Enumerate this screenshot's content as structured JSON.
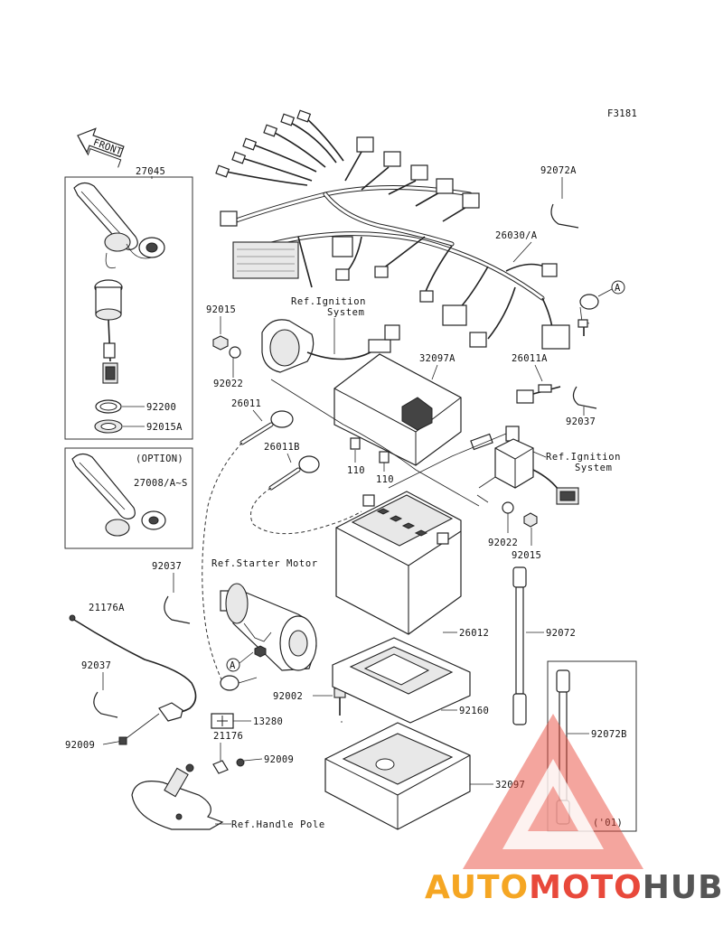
{
  "figure_code": "F3181",
  "front_label": "FRONT",
  "option_label": "(OPTION)",
  "year_note": "('01)",
  "refs": {
    "ignition_1": [
      "Ref.Ignition",
      "System"
    ],
    "ignition_2": [
      "Ref.Ignition",
      "System"
    ],
    "starter_motor": "Ref.Starter Motor",
    "handle_pole": "Ref.Handle Pole"
  },
  "callouts": {
    "p27045": "27045",
    "p92072A": "92072A",
    "p26030A": "26030/A",
    "p92015_top": "92015",
    "p92022_top": "92022",
    "p32097A": "32097A",
    "p26011A": "26011A",
    "p26011": "26011",
    "p26011B": "26011B",
    "p92037_right": "92037",
    "p110_a": "110",
    "p110_b": "110",
    "p92200": "92200",
    "p92015A": "92015A",
    "p27008": "27008/A~S",
    "p92022_mid": "92022",
    "p92015_mid": "92015",
    "p92037_left1": "92037",
    "p21176A": "21176A",
    "p26012": "26012",
    "p92072": "92072",
    "p92037_left2": "92037",
    "p92002": "92002",
    "p13280": "13280",
    "p92160": "92160",
    "p92072B": "92072B",
    "p92009_a": "92009",
    "p21176": "21176",
    "p92009_b": "92009",
    "p32097": "32097"
  },
  "markers": {
    "a1": "A",
    "a2": "A"
  },
  "watermark": {
    "part1": "AUTO",
    "part2": "MOTO",
    "part3": "HUB",
    "color_orange": "#f5a623",
    "color_red": "#e8493b",
    "color_gray": "#555555"
  }
}
